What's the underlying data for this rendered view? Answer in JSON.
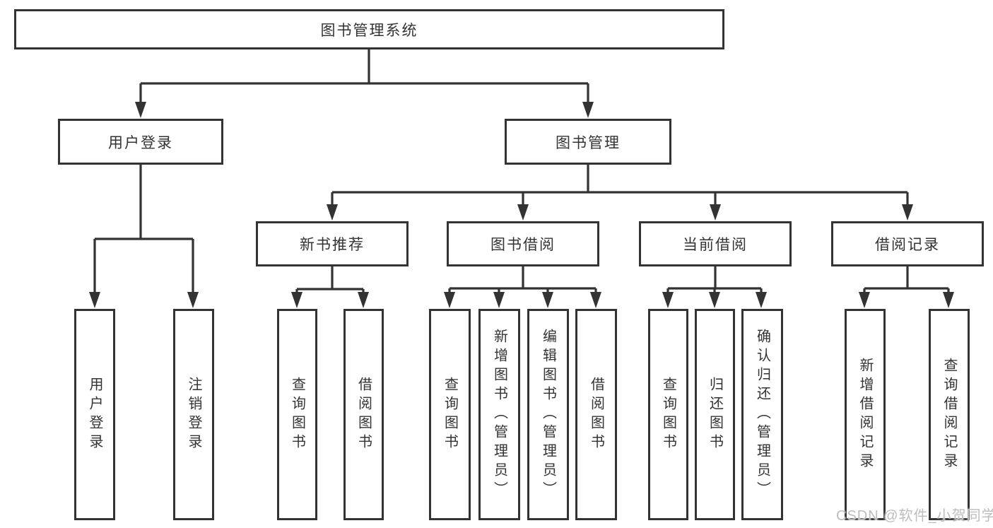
{
  "diagram": {
    "root": {
      "label": "图书管理系统"
    },
    "branches": [
      {
        "label": "用户登录",
        "children": [
          {
            "label": "用户登录"
          },
          {
            "label": "注销登录"
          }
        ]
      },
      {
        "label": "图书管理",
        "groups": [
          {
            "label": "新书推荐",
            "children": [
              {
                "label": "查询图书"
              },
              {
                "label": "借阅图书"
              }
            ]
          },
          {
            "label": "图书借阅",
            "children": [
              {
                "label": "查询图书"
              },
              {
                "label": "新增图书（管理员）"
              },
              {
                "label": "编辑图书（管理员）"
              },
              {
                "label": "借阅图书"
              }
            ]
          },
          {
            "label": "当前借阅",
            "children": [
              {
                "label": "查询图书"
              },
              {
                "label": "归还图书"
              },
              {
                "label": "确认归还（管理员）"
              }
            ]
          },
          {
            "label": "借阅记录",
            "children": [
              {
                "label": "新增借阅记录"
              },
              {
                "label": "查询借阅记录"
              }
            ]
          }
        ]
      }
    ]
  },
  "watermark": {
    "text": "CSDN @软件_小贺同学"
  },
  "colors": {
    "line": "#333333",
    "background": "#ffffff",
    "box_fill": "#ffffff",
    "text": "#333333",
    "watermark": "#bdbdbd"
  }
}
